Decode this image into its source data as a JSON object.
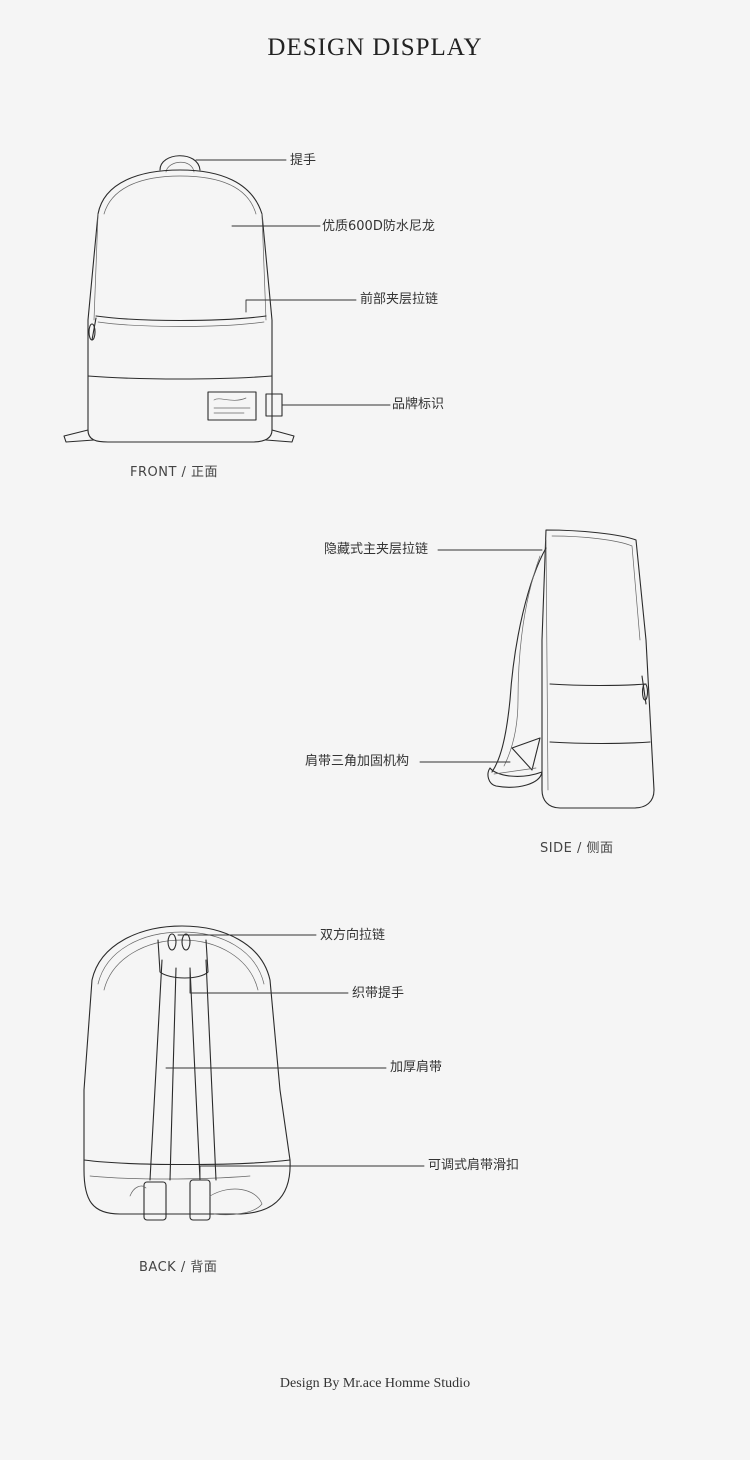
{
  "page_title": "DESIGN  DISPLAY",
  "views": {
    "front": {
      "caption": "FRONT  /  正面",
      "labels": [
        "提手",
        "优质600D防水尼龙",
        "前部夹层拉链",
        "品牌标识"
      ]
    },
    "side": {
      "caption": "SIDE  /  侧面",
      "labels": [
        "隐藏式主夹层拉链",
        "肩带三角加固机构"
      ]
    },
    "back": {
      "caption": "BACK  /  背面",
      "labels": [
        "双方向拉链",
        "织带提手",
        "加厚肩带",
        "可调式肩带滑扣"
      ]
    }
  },
  "footer": "Design By Mr.ace Homme Studio",
  "colors": {
    "background": "#f5f5f5",
    "line": "#2b2b2b",
    "text": "#333333"
  }
}
